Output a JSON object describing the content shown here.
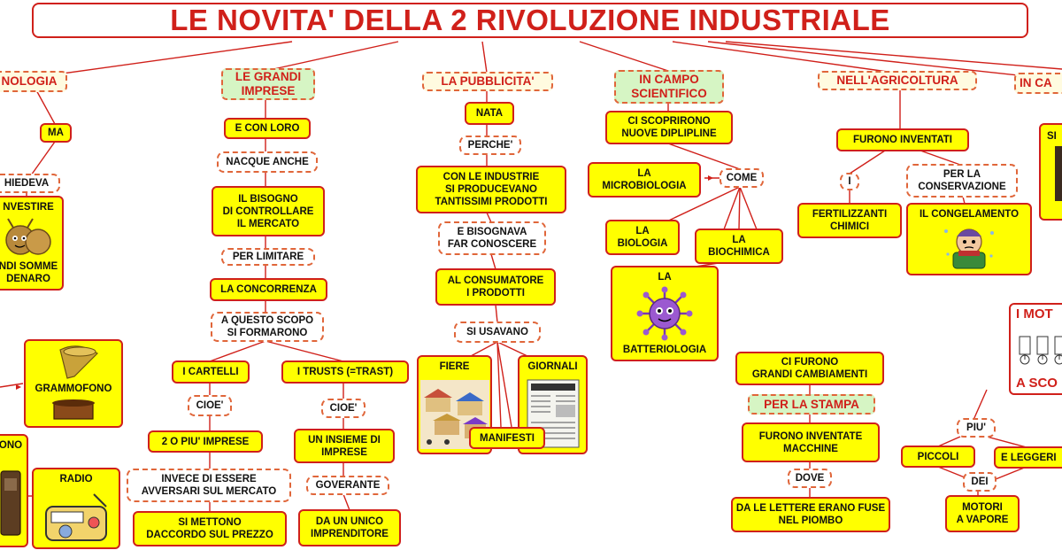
{
  "title": "LE NOVITA' DELLA 2 RIVOLUZIONE INDUSTRIALE",
  "branches": {
    "tecnologia": {
      "header": "NOLOGIA",
      "ma": "MA",
      "richiedeva": "HIEDEVA",
      "investire_top": "NVESTIRE",
      "investire_bottom": "NDI SOMME\nDENARO",
      "grammofono": "GRAMMOFONO",
      "ono": "ONO",
      "radio": "RADIO"
    },
    "imprese": {
      "header": "LE GRANDI\nIMPRESE",
      "con_loro": "E CON LORO",
      "nacque": "NACQUE ANCHE",
      "bisogno": "IL BISOGNO\nDI CONTROLLARE\nIL MERCATO",
      "per_limitare": "PER LIMITARE",
      "concorrenza": "LA CONCORRENZA",
      "scopo": "A QUESTO SCOPO\nSI FORMARONO",
      "cartelli": "I CARTELLI",
      "trusts": "I TRUSTS (=TRAST)",
      "cioe1": "CIOE'",
      "cioe2": "CIOE'",
      "due_imprese": "2 O PIU' IMPRESE",
      "insieme": "UN INSIEME DI\nIMPRESE",
      "avversari": "INVECE DI ESSERE\nAVVERSARI SUL MERCATO",
      "governante": "GOVERANTE",
      "accordo": "SI METTONO\nDACCORDO SUL PREZZO",
      "imprenditore": "DA UN UNICO\nIMPRENDITORE"
    },
    "pubblicita": {
      "header": "LA PUBBLICITA'",
      "nata": "NATA",
      "perche": "PERCHE'",
      "prodotti": "CON LE INDUSTRIE\nSI PRODUCEVANO\nTANTISSIMI PRODOTTI",
      "bisognava": "E BISOGNAVA\nFAR CONOSCERE",
      "consumatore": "AL CONSUMATORE\nI PRODOTTI",
      "usavano": "SI USAVANO",
      "fiere": "FIERE",
      "giornali": "GIORNALI",
      "manifesti": "MANIFESTI"
    },
    "scientifico": {
      "header": "IN CAMPO\nSCIENTIFICO",
      "discipline": "CI SCOPRIRONO\nNUOVE DIPLIPLINE",
      "come": "COME",
      "microbiologia": "LA\nMICROBIOLOGIA",
      "biologia": "LA\nBIOLOGIA",
      "biochimica": "LA\nBIOCHIMICA",
      "batteriologia_top": "LA",
      "batteriologia_bottom": "BATTERIOLOGIA"
    },
    "stampa": {
      "cambiamenti": "CI FURONO\nGRANDI CAMBIAMENTI",
      "header": "PER LA STAMPA",
      "macchine": "FURONO INVENTATE\nMACCHINE",
      "dove": "DOVE",
      "lettere": "DA LE LETTERE ERANO FUSE\nNEL PIOMBO"
    },
    "agricoltura": {
      "header": "NELL'AGRICOLTURA",
      "inventati": "FURONO INVENTATI",
      "i": "I",
      "conservazione": "PER LA\nCONSERVAZIONE",
      "fertilizzanti": "FERTILIZZANTI\nCHIMICI",
      "congelamento": "IL CONGELAMENTO"
    },
    "motori": {
      "header_right": "IN CA",
      "si": "SI",
      "i_moto": "I MOT",
      "a_sco": "A SCO",
      "piu": "PIU'",
      "piccoli": "PICCOLI",
      "leggeri": "E LEGGERI",
      "dei": "DEI",
      "vapore": "MOTORI\nA VAPORE"
    }
  }
}
